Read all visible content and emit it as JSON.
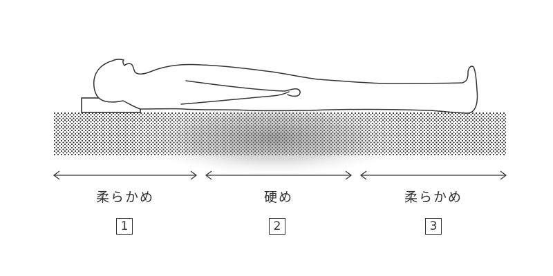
{
  "zones": [
    {
      "label": "柔らかめ",
      "number": "1"
    },
    {
      "label": "硬め",
      "number": "2"
    },
    {
      "label": "柔らかめ",
      "number": "3"
    }
  ],
  "colors": {
    "line": "#333333",
    "dots": "#222222",
    "mattress_dense_shading": "#9a9a9a"
  },
  "icons": [
    "double-arrow-icon",
    "person-lying-figure",
    "pillow",
    "dotted-mattress"
  ]
}
